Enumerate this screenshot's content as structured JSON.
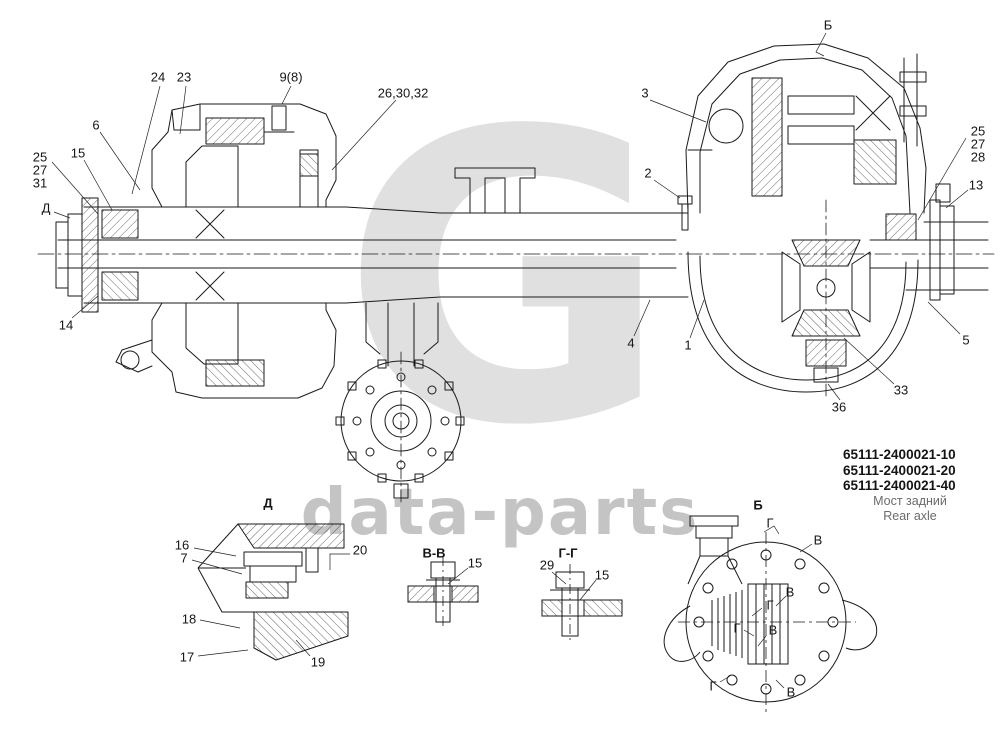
{
  "watermark": {
    "logo_glyph": "G",
    "text": "data-parts",
    "color": "#c7c7c7"
  },
  "title_block": {
    "numbers": [
      "65111-2400021-10",
      "65111-2400021-20",
      "65111-2400021-40"
    ],
    "name_ru": "Мост задний",
    "name_en": "Rear axle"
  },
  "view_labels": [
    {
      "label": "Д"
    },
    {
      "label": "В-В"
    },
    {
      "label": "Г-Г"
    },
    {
      "label": "Б"
    }
  ],
  "callouts": [
    {
      "label": "24"
    },
    {
      "label": "23"
    },
    {
      "label": "9(8)"
    },
    {
      "label": "26,30,32"
    },
    {
      "label": "6"
    },
    {
      "label": "25"
    },
    {
      "label": "27"
    },
    {
      "label": "31"
    },
    {
      "label": "15"
    },
    {
      "label": "Д"
    },
    {
      "label": "14"
    },
    {
      "label": "Б"
    },
    {
      "label": "3"
    },
    {
      "label": "2"
    },
    {
      "label": "25"
    },
    {
      "label": "27"
    },
    {
      "label": "28"
    },
    {
      "label": "13"
    },
    {
      "label": "5"
    },
    {
      "label": "33"
    },
    {
      "label": "36"
    },
    {
      "label": "4"
    },
    {
      "label": "1"
    },
    {
      "label": "16"
    },
    {
      "label": "7"
    },
    {
      "label": "20"
    },
    {
      "label": "18"
    },
    {
      "label": "17"
    },
    {
      "label": "19"
    },
    {
      "label": "15"
    },
    {
      "label": "29"
    },
    {
      "label": "15"
    },
    {
      "label": "Г"
    },
    {
      "label": "В"
    },
    {
      "label": "В"
    },
    {
      "label": "Г"
    },
    {
      "label": "Г"
    },
    {
      "label": "В"
    },
    {
      "label": "Г"
    },
    {
      "label": "В"
    }
  ]
}
